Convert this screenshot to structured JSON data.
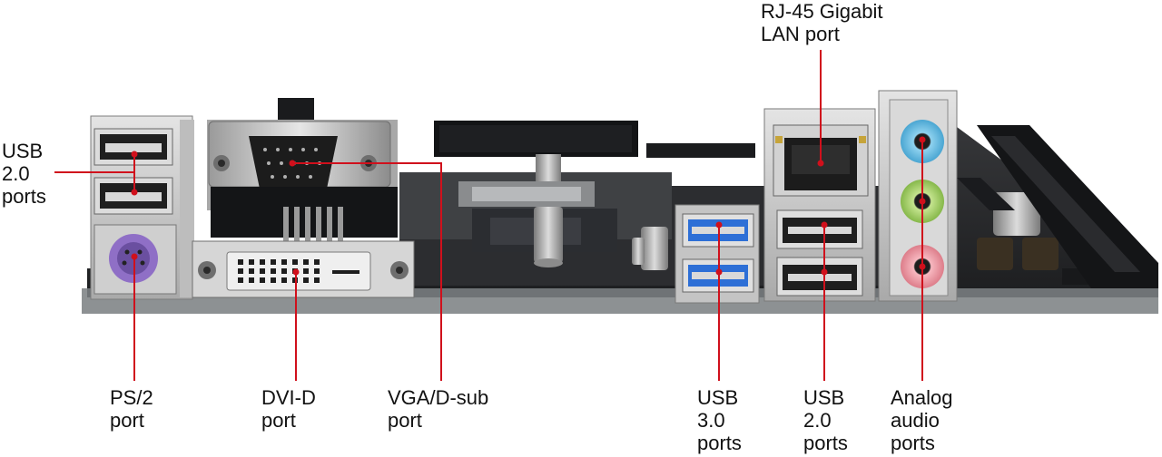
{
  "colors": {
    "leader_line": "#d0101c",
    "dot": "#d0101c",
    "label_text": "#111111",
    "pcb": "#2b2c2e",
    "io_shield": "#c9c9c9",
    "usb3_blue": "#2d6fd6",
    "audio_blue": "#6cc3e8",
    "audio_green": "#a7d36a",
    "audio_pink": "#f09aa5",
    "ps2_purple": "#8f6fc6"
  },
  "labels": {
    "usb20_left": "USB\n2.0\nports",
    "ps2": "PS/2\nport",
    "dvi": "DVI-D\nport",
    "vga": "VGA/D-sub\nport",
    "usb30": "USB\n3.0\nports",
    "usb20_right": "USB\n2.0\nports",
    "audio": "Analog\naudio\nports",
    "rj45": "RJ-45 Gigabit\nLAN port"
  }
}
